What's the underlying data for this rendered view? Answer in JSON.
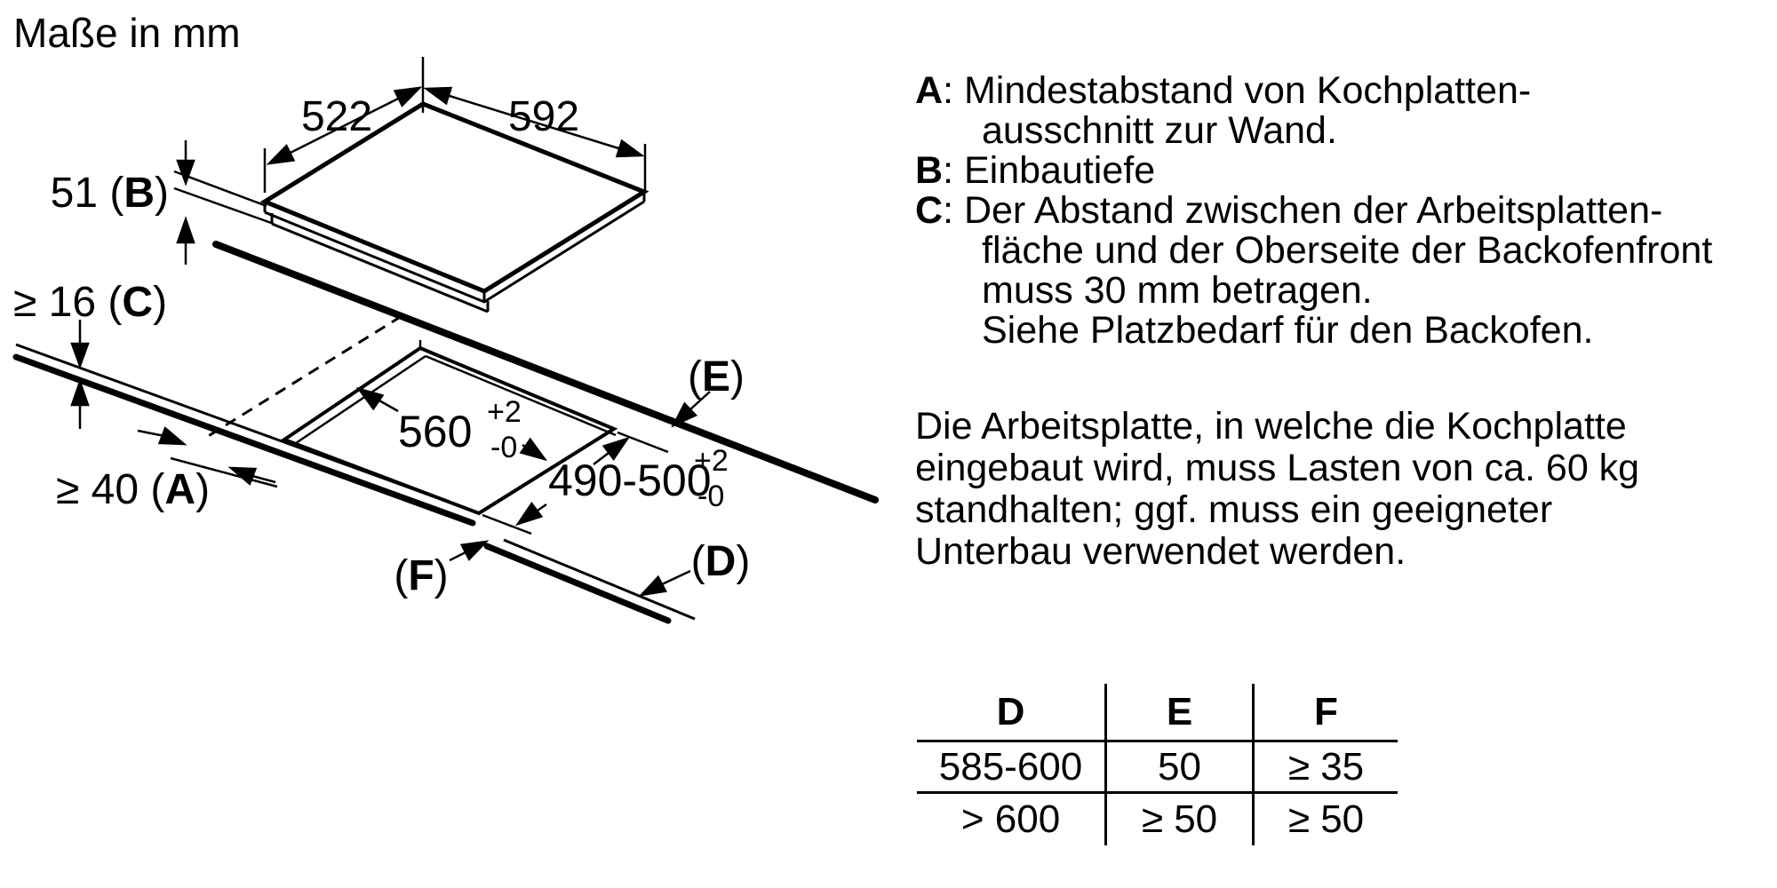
{
  "title": "Maße in mm",
  "diagram": {
    "dim_top_left": "522",
    "dim_top_right": "592",
    "dim_b": {
      "pre": "51 (",
      "letter": "B",
      "post": ")"
    },
    "dim_c": {
      "pre": "≥ 16 (",
      "letter": "C",
      "post": ")"
    },
    "dim_a": {
      "pre": "≥ 40 (",
      "letter": "A",
      "post": ")"
    },
    "cutout_width": {
      "value": "560",
      "tol_plus": "+2",
      "tol_minus": "-0"
    },
    "cutout_depth": {
      "value": "490-500",
      "tol_plus": "+2",
      "tol_minus": "-0"
    },
    "label_e": {
      "pre": "(",
      "letter": "E",
      "post": ")"
    },
    "label_d": {
      "pre": "(",
      "letter": "D",
      "post": ")"
    },
    "label_f": {
      "pre": "(",
      "letter": "F",
      "post": ")"
    }
  },
  "legend": {
    "colon": ":",
    "items": [
      {
        "letter": "A",
        "first": "Mindestabstand von Kochplatten-",
        "rest0": "ausschnitt zur Wand."
      },
      {
        "letter": "B",
        "first": "Einbautiefe"
      },
      {
        "letter": "C",
        "first": "Der Abstand zwischen der Arbeitsplatten-",
        "rest0": "fläche und der Oberseite der Backofenfront",
        "rest1": "muss 30 mm betragen.",
        "rest2": "Siehe Platzbedarf für den Backofen."
      }
    ]
  },
  "paragraph": {
    "line0": "Die Arbeitsplatte, in welche die Kochplatte",
    "line1": "eingebaut wird, muss Lasten von ca. 60 kg",
    "line2": "standhalten; ggf. muss ein geeigneter",
    "line3": "Unterbau verwendet werden."
  },
  "table": {
    "headers": [
      "D",
      "E",
      "F"
    ],
    "rows": [
      [
        "585-600",
        "50",
        "≥ 35"
      ],
      [
        "> 600",
        "≥ 50",
        "≥ 50"
      ]
    ]
  }
}
